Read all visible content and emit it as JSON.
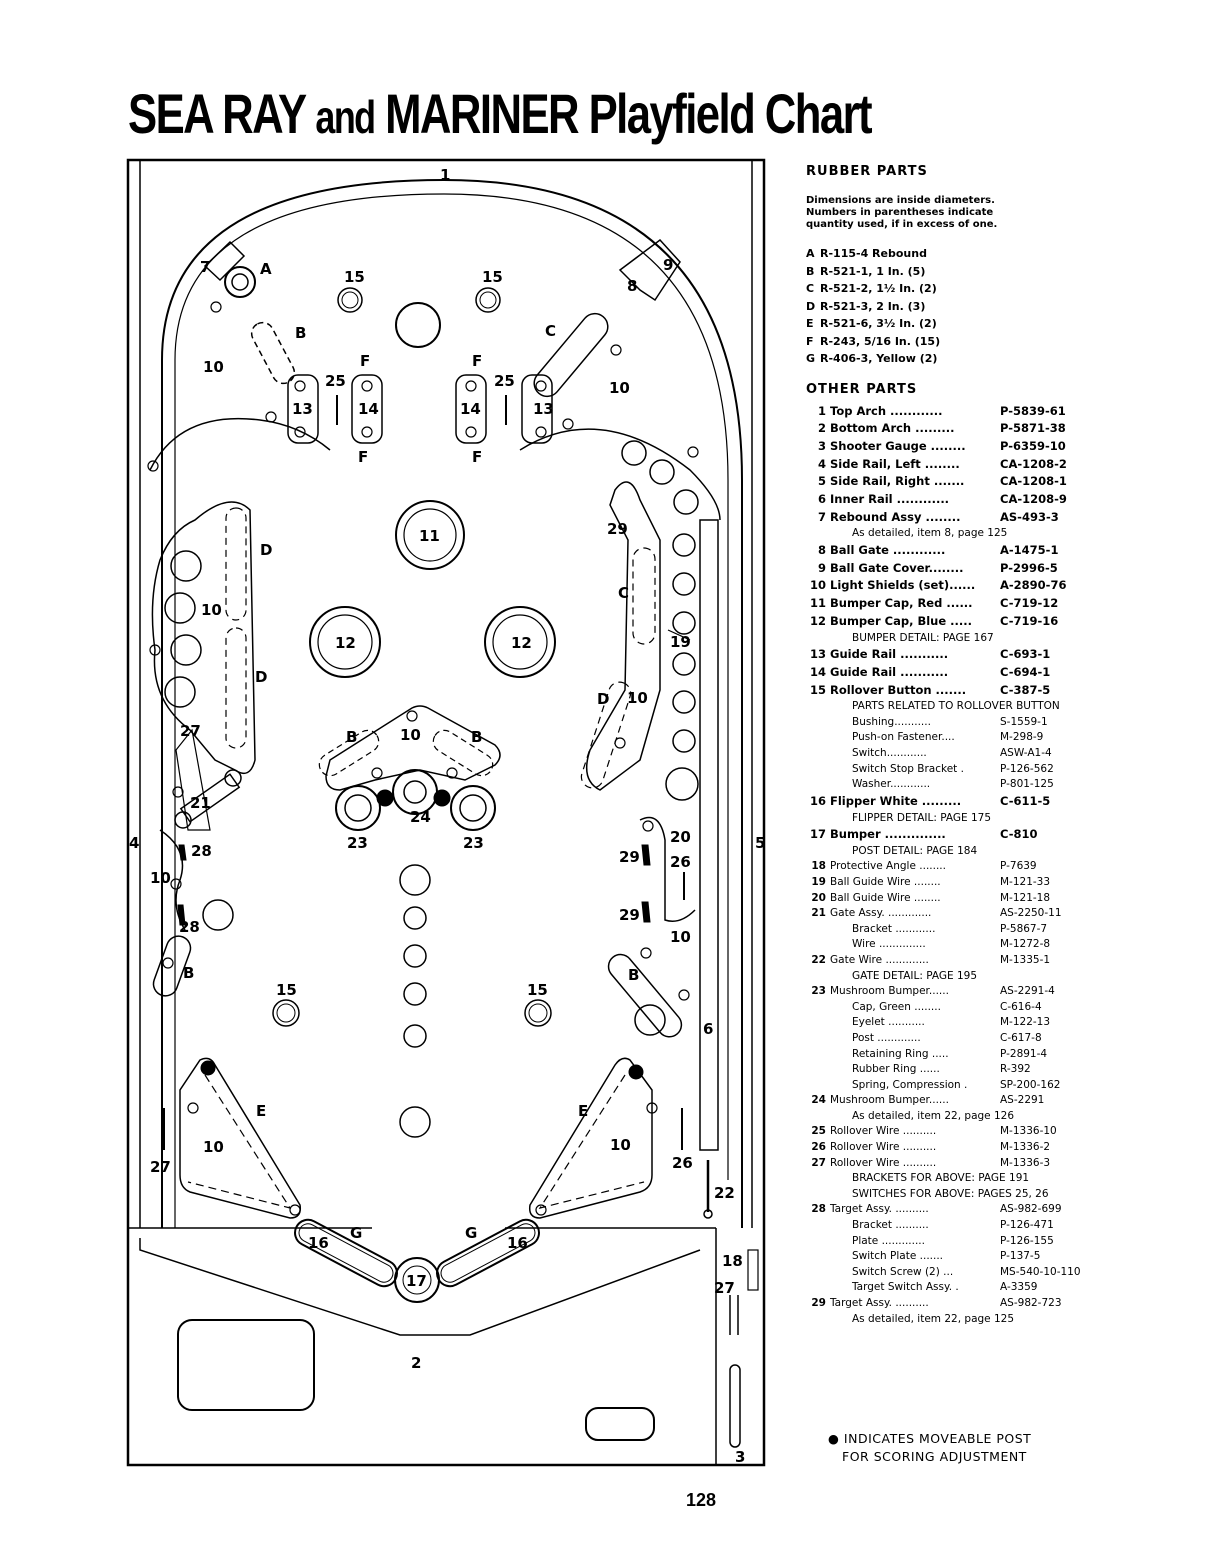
{
  "title": {
    "part1": "SEA RAY",
    "part2": "and",
    "part3": "MARINER Playfield Chart"
  },
  "rubber": {
    "heading": "RUBBER PARTS",
    "note": [
      "Dimensions are inside diameters.",
      "Numbers in parentheses indicate",
      "quantity used, if in excess of one."
    ],
    "items": [
      {
        "key": "A",
        "text": "R-115-4 Rebound"
      },
      {
        "key": "B",
        "text": "R-521-1, 1 In. (5)"
      },
      {
        "key": "C",
        "text": "R-521-2, 1½ In. (2)"
      },
      {
        "key": "D",
        "text": "R-521-3, 2 In. (3)"
      },
      {
        "key": "E",
        "text": "R-521-6, 3½ In. (2)"
      },
      {
        "key": "F",
        "text": "R-243, 5/16 In. (15)"
      },
      {
        "key": "G",
        "text": "R-406-3, Yellow (2)"
      }
    ]
  },
  "other": {
    "heading": "OTHER PARTS",
    "rows": [
      {
        "n": "1",
        "l": "Top Arch ............",
        "p": "P-5839-61"
      },
      {
        "n": "2",
        "l": "Bottom Arch .........",
        "p": "P-5871-38"
      },
      {
        "n": "3",
        "l": "Shooter Gauge ........",
        "p": "P-6359-10"
      },
      {
        "n": "4",
        "l": "Side Rail, Left ........",
        "p": "CA-1208-2"
      },
      {
        "n": "5",
        "l": "Side Rail, Right .......",
        "p": "CA-1208-1"
      },
      {
        "n": "6",
        "l": "Inner Rail ............",
        "p": "CA-1208-9"
      },
      {
        "n": "7",
        "l": "Rebound Assy ........",
        "p": "AS-493-3"
      },
      {
        "n": "",
        "l": "As detailed, item 8, page 125",
        "p": "",
        "t": "plain"
      },
      {
        "n": "8",
        "l": "Ball Gate ............",
        "p": "A-1475-1"
      },
      {
        "n": "9",
        "l": "Ball Gate Cover........",
        "p": "P-2996-5"
      },
      {
        "n": "10",
        "l": "Light Shields (set)......",
        "p": "A-2890-76"
      },
      {
        "n": "11",
        "l": "Bumper Cap, Red ......",
        "p": "C-719-12"
      },
      {
        "n": "12",
        "l": "Bumper Cap, Blue .....",
        "p": "C-719-16"
      },
      {
        "n": "",
        "l": "BUMPER DETAIL: PAGE 167",
        "p": "",
        "t": "plain"
      },
      {
        "n": "13",
        "l": "Guide Rail ...........",
        "p": "C-693-1"
      },
      {
        "n": "14",
        "l": "Guide Rail ...........",
        "p": "C-694-1"
      },
      {
        "n": "15",
        "l": "Rollover Button .......",
        "p": "C-387-5"
      },
      {
        "n": "",
        "l": "PARTS RELATED TO ROLLOVER BUTTON",
        "p": "",
        "t": "plain"
      },
      {
        "n": "",
        "l": "Bushing...........",
        "p": "S-1559-1",
        "t": "sub"
      },
      {
        "n": "",
        "l": "Push-on Fastener....",
        "p": "M-298-9",
        "t": "sub"
      },
      {
        "n": "",
        "l": "Switch............",
        "p": "ASW-A1-4",
        "t": "sub"
      },
      {
        "n": "",
        "l": "Switch Stop Bracket .",
        "p": "P-126-562",
        "t": "sub"
      },
      {
        "n": "",
        "l": "Washer............",
        "p": "P-801-125",
        "t": "sub"
      },
      {
        "n": "16",
        "l": "Flipper White .........",
        "p": "C-611-5"
      },
      {
        "n": "",
        "l": "FLIPPER DETAIL: PAGE 175",
        "p": "",
        "t": "plain"
      },
      {
        "n": "17",
        "l": "Bumper ..............",
        "p": "C-810"
      },
      {
        "n": "",
        "l": "POST DETAIL: PAGE 184",
        "p": "",
        "t": "plain"
      },
      {
        "n": "18",
        "l": "Protective Angle ........",
        "p": "P-7639",
        "t": "small"
      },
      {
        "n": "19",
        "l": "Ball Guide Wire ........",
        "p": "M-121-33",
        "t": "small"
      },
      {
        "n": "20",
        "l": "Ball Guide Wire ........",
        "p": "M-121-18",
        "t": "small"
      },
      {
        "n": "21",
        "l": "Gate Assy. .............",
        "p": "AS-2250-11",
        "t": "small"
      },
      {
        "n": "",
        "l": "Bracket ............",
        "p": "P-5867-7",
        "t": "sub"
      },
      {
        "n": "",
        "l": "Wire ..............",
        "p": "M-1272-8",
        "t": "sub"
      },
      {
        "n": "22",
        "l": "Gate Wire .............",
        "p": "M-1335-1",
        "t": "small"
      },
      {
        "n": "",
        "l": "GATE DETAIL: PAGE 195",
        "p": "",
        "t": "plain"
      },
      {
        "n": "23",
        "l": "Mushroom Bumper......",
        "p": "AS-2291-4",
        "t": "small"
      },
      {
        "n": "",
        "l": "Cap, Green ........",
        "p": "C-616-4",
        "t": "sub"
      },
      {
        "n": "",
        "l": "Eyelet ...........",
        "p": "M-122-13",
        "t": "sub"
      },
      {
        "n": "",
        "l": "Post .............",
        "p": "C-617-8",
        "t": "sub"
      },
      {
        "n": "",
        "l": "Retaining Ring .....",
        "p": "P-2891-4",
        "t": "sub"
      },
      {
        "n": "",
        "l": "Rubber Ring ......",
        "p": "R-392",
        "t": "sub"
      },
      {
        "n": "",
        "l": "Spring, Compression .",
        "p": "SP-200-162",
        "t": "sub"
      },
      {
        "n": "24",
        "l": "Mushroom Bumper......",
        "p": "AS-2291",
        "t": "small"
      },
      {
        "n": "",
        "l": "As detailed, item 22, page 126",
        "p": "",
        "t": "plain"
      },
      {
        "n": "25",
        "l": "Rollover Wire ..........",
        "p": "M-1336-10",
        "t": "small"
      },
      {
        "n": "26",
        "l": "Rollover Wire ..........",
        "p": "M-1336-2",
        "t": "small"
      },
      {
        "n": "27",
        "l": "Rollover Wire ..........",
        "p": "M-1336-3",
        "t": "small"
      },
      {
        "n": "",
        "l": "BRACKETS FOR ABOVE: PAGE 191",
        "p": "",
        "t": "plain"
      },
      {
        "n": "",
        "l": "SWITCHES FOR ABOVE: PAGES 25, 26",
        "p": "",
        "t": "plain"
      },
      {
        "n": "28",
        "l": "Target Assy. ..........",
        "p": "AS-982-699",
        "t": "small"
      },
      {
        "n": "",
        "l": "Bracket ..........",
        "p": "P-126-471",
        "t": "sub"
      },
      {
        "n": "",
        "l": "Plate .............",
        "p": "P-126-155",
        "t": "sub"
      },
      {
        "n": "",
        "l": "Switch Plate .......",
        "p": "P-137-5",
        "t": "sub"
      },
      {
        "n": "",
        "l": "Switch Screw (2) ...",
        "p": "MS-540-10-110",
        "t": "sub"
      },
      {
        "n": "",
        "l": "Target Switch Assy. .",
        "p": "A-3359",
        "t": "sub"
      },
      {
        "n": "29",
        "l": "Target Assy. ..........",
        "p": "AS-982-723",
        "t": "small"
      },
      {
        "n": "",
        "l": "As detailed, item 22, page 125",
        "p": "",
        "t": "plain"
      }
    ]
  },
  "footnote": [
    "INDICATES MOVEABLE POST",
    "FOR SCORING ADJUSTMENT"
  ],
  "page_number": "128",
  "diagram_labels": {
    "l1": "1",
    "l2": "2",
    "l3": "3",
    "l4": "4",
    "l5": "5",
    "l6": "6",
    "l7": "7",
    "l8": "8",
    "l9": "9",
    "l11": "11",
    "l12": "12",
    "l17": "17",
    "l13": "13",
    "l14": "14",
    "l15": "15",
    "l16": "16",
    "l10": "10",
    "l18": "18",
    "l19": "19",
    "l20": "20",
    "l21": "21",
    "l22": "22",
    "l23": "23",
    "l24": "24",
    "l25": "25",
    "l26": "26",
    "l27": "27",
    "l28": "28",
    "l29": "29",
    "A": "A",
    "B": "B",
    "C": "C",
    "D": "D",
    "E": "E",
    "F": "F",
    "G": "G"
  }
}
